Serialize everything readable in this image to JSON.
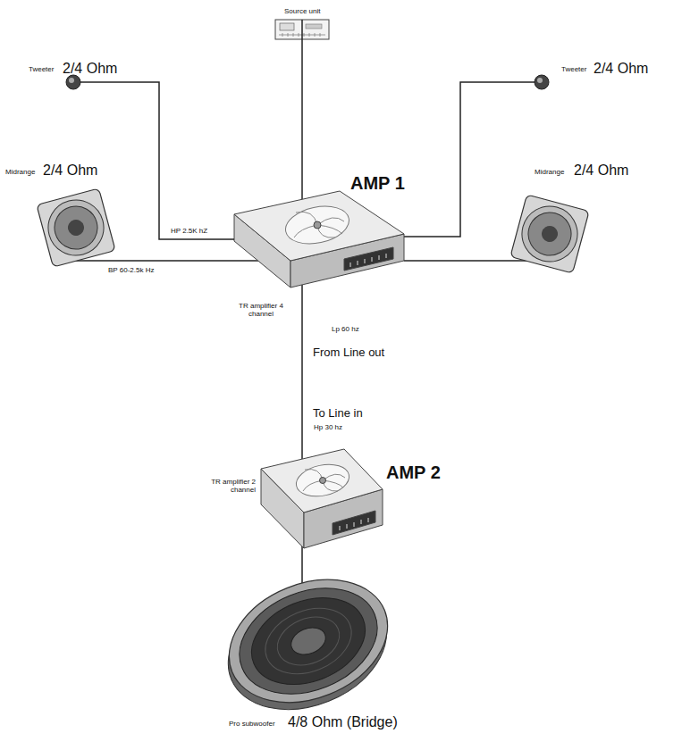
{
  "diagram": {
    "nodes": [
      {
        "text": [
          "Source unit"
        ]
      },
      {
        "text": [
          "Tweeter",
          "2/4 Ohm"
        ]
      },
      {
        "text": [
          "Tweeter",
          "2/4 Ohm"
        ]
      },
      {
        "text": [
          "Midrange",
          "2/4 Ohm"
        ]
      },
      {
        "text": [
          "AMP 1",
          "TR amplifier 4 channel"
        ]
      },
      {
        "text": [
          "Midrange",
          "2/4 Ohm"
        ]
      },
      {
        "text": [
          "AMP 2",
          "TR amplifier 2 channel"
        ]
      },
      {
        "text": [
          "Pro subwoofer",
          "4/8 Ohm (Bridge)"
        ]
      }
    ],
    "edges": [
      {
        "from": 0,
        "to": 4,
        "arrow": "none"
      },
      {
        "from": 1,
        "to": 4,
        "label": "HP 2.5K hZ",
        "arrow": "none"
      },
      {
        "from": 3,
        "to": 4,
        "label": "BP 60-2.5k Hz",
        "arrow": "none"
      },
      {
        "from": 2,
        "to": 4,
        "arrow": "none"
      },
      {
        "from": 5,
        "to": 4,
        "arrow": "none"
      },
      {
        "from": 4,
        "to": 6,
        "arrow": "none"
      },
      {
        "from": 6,
        "to": 7,
        "arrow": "none"
      }
    ],
    "labels": [
      "Lp 60 hz",
      "From Line out",
      "To Line in",
      "Hp 30 hz"
    ]
  }
}
